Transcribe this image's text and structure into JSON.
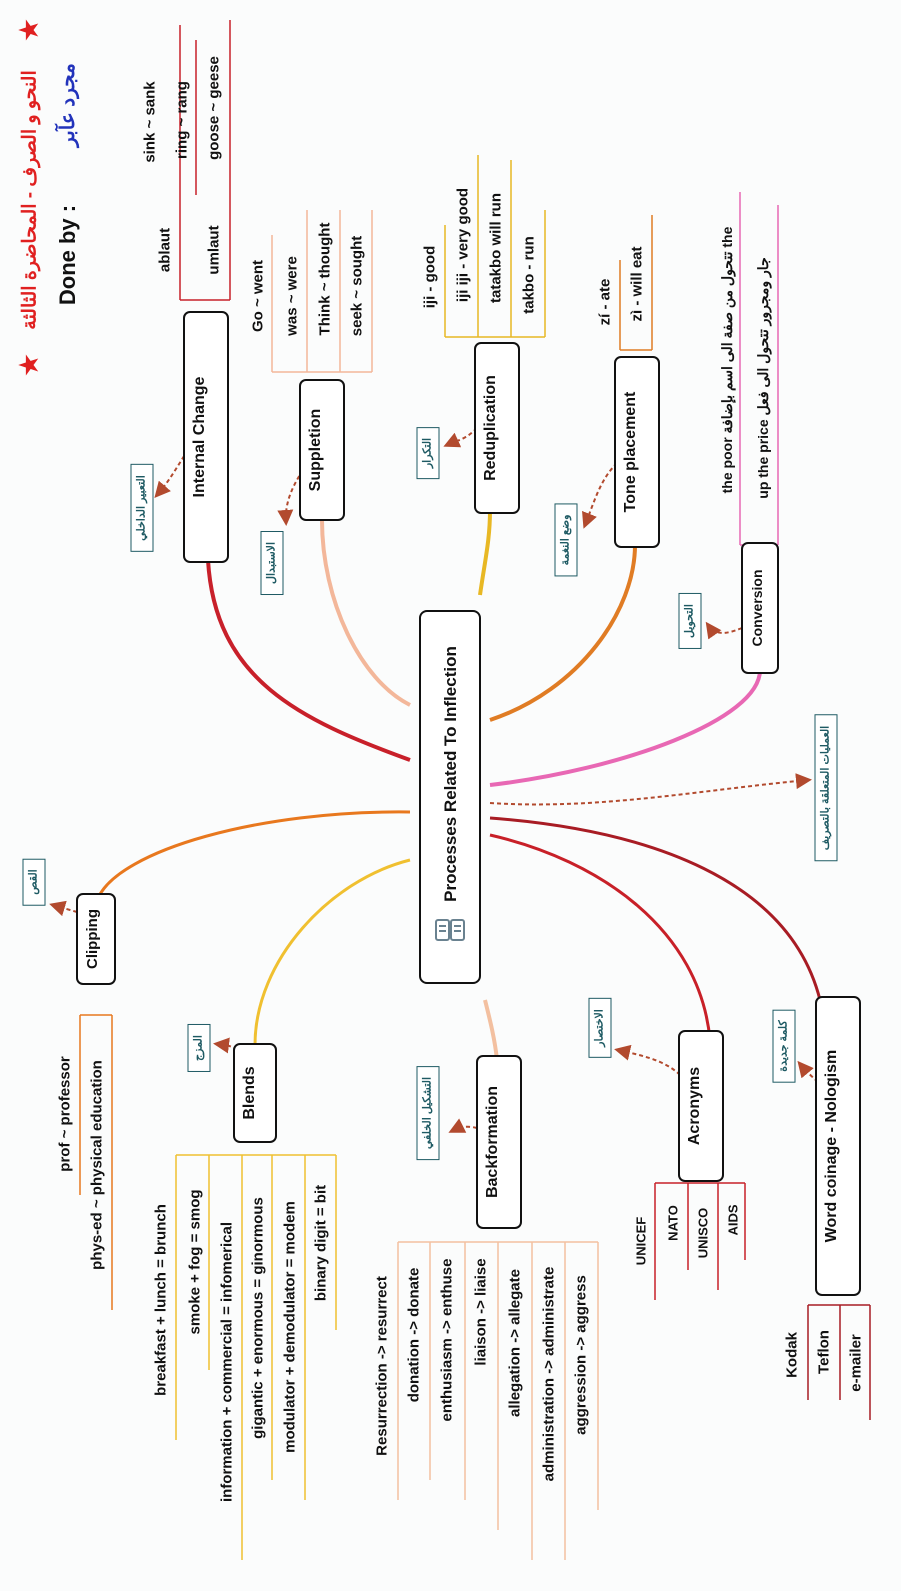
{
  "header": {
    "title_ar": "النحو و الصرف - المحاضرة الثالثة",
    "done_by": "Done by :",
    "author": "مجرد عآبر"
  },
  "central": {
    "label": "Processes Related To Inflection"
  },
  "central_tag": "العمليات المتعلقة بالتصريف",
  "branches": {
    "internal_change": {
      "label": "Internal Change",
      "tag": "التعبير الداخلي",
      "groups": [
        {
          "label": "ablaut",
          "items": [
            "sink ~ sank",
            "ring ~ rang"
          ]
        },
        {
          "label": "umlaut",
          "items": [
            "goose ~ geese"
          ]
        }
      ]
    },
    "suppletion": {
      "label": "Suppletion",
      "tag": "الاستبدال",
      "items": [
        "Go ~ went",
        "was ~ were",
        "Think ~ thought",
        "seek ~ sought"
      ]
    },
    "reduplication": {
      "label": "Reduplication",
      "tag": "التكرار",
      "items": [
        "iji - good",
        "iji iji  - very good",
        "tatakbo  will run",
        "takbo - run"
      ]
    },
    "tone_placement": {
      "label": "Tone placement",
      "tag": "وضع النغمة",
      "items": [
        "zí - ate",
        "zì - will eat"
      ]
    },
    "conversion": {
      "label": "Conversion",
      "tag": "التحويل",
      "items": [
        "the poor  تتحول من صفة الى اسم بإضافة  the",
        "up the price  جار ومجرور تتحول الى فعل"
      ]
    },
    "word_coinage": {
      "label": "Word coinage  -  Nologism",
      "tag": "كلمة جديدة",
      "items": [
        "Kodak",
        "Teflon",
        "e-mailer"
      ]
    },
    "acronyms": {
      "label": "Acronyms",
      "tag": "الاختصار",
      "items": [
        "UNICEF",
        "NATO",
        "UNISCO",
        "AIDS"
      ]
    },
    "backformation": {
      "label": "Backformation",
      "tag": "التشكيل الخلفي",
      "items": [
        "Resurrection -> resurrect",
        "donation -> donate",
        "enthusiasm -> enthuse",
        "liaison -> liaise",
        "allegation -> allegate",
        "administration -> administrate",
        "aggression -> aggress"
      ]
    },
    "blends": {
      "label": "Blends",
      "tag": "المزج",
      "items": [
        "breakfast + lunch = brunch",
        "smoke + fog = smog",
        "information + commercial = infomerical",
        "gigantic + enormous = ginormous",
        "modulator + demodulator = modem",
        "binary digit = bit"
      ]
    },
    "clipping": {
      "label": "Clipping",
      "tag": "القص",
      "items": [
        "prof ~ professor",
        "phys-ed ~ physical education"
      ]
    }
  },
  "colors": {
    "internal_change": "#c8202a",
    "suppletion": "#f3b79a",
    "reduplication": "#e8b824",
    "tone_placement": "#e07c24",
    "conversion": "#e868b4",
    "word_coinage": "#a81c24",
    "acronyms": "#c82028",
    "backformation": "#f3c0a0",
    "blends": "#f0c030",
    "clipping": "#e8781e",
    "tag_border": "#1e5a63",
    "dashed": "#b24a2e",
    "title_red": "#e02020",
    "author_blue": "#2233bb"
  }
}
